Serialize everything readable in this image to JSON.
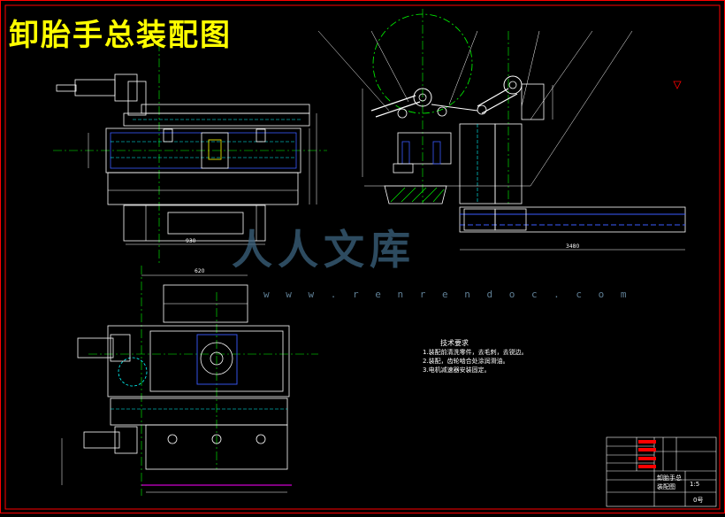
{
  "drawing": {
    "title": "卸胎手总装配图",
    "watermark_text": "人人文库",
    "watermark_url": "w w w . r e n r e n d o c . c o m",
    "tech_requirements": {
      "heading": "技术要求",
      "items": [
        "1.装配前清洗零件，去毛刺，去锐边。",
        "2.装配，齿轮啮合处涂润滑油。",
        "3.电机减速器安装固定。"
      ]
    },
    "title_block": {
      "part_name": "卸胎手总",
      "drawing_type": "装配图",
      "scale": "1:5",
      "sheet": "0号"
    },
    "dimensions": {
      "front_width": "930",
      "plan_width": "620",
      "rail_length": "3480"
    },
    "colors": {
      "background": "#000000",
      "frame": "#ff0000",
      "outline": "#ffffff",
      "center_line": "#00ff00",
      "hidden": "#00ffff",
      "blue_part": "#3a5bff",
      "yellow": "#ffff00",
      "magenta": "#ff00ff"
    }
  }
}
